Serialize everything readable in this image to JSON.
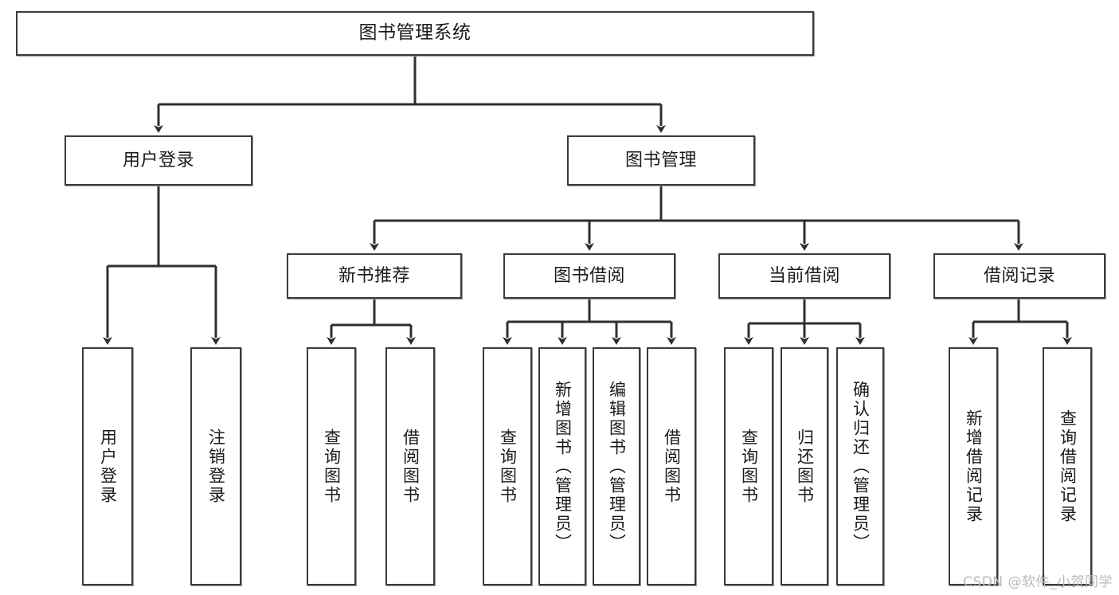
{
  "diagram": {
    "title": "图书管理系统",
    "type": "tree-hierarchy",
    "root": {
      "label": "图书管理系统"
    },
    "level2": [
      {
        "label": "用户登录"
      },
      {
        "label": "图书管理"
      }
    ],
    "level3": [
      {
        "label": "新书推荐"
      },
      {
        "label": "图书借阅"
      },
      {
        "label": "当前借阅"
      },
      {
        "label": "借阅记录"
      }
    ],
    "leaves": {
      "user_login": [
        {
          "label": "用户登录"
        },
        {
          "label": "注销登录"
        }
      ],
      "new_book_recommend": [
        {
          "label": "查询图书"
        },
        {
          "label": "借阅图书"
        }
      ],
      "book_borrow": [
        {
          "label": "查询图书"
        },
        {
          "label": "新增图书（管理员）"
        },
        {
          "label": "编辑图书（管理员）"
        },
        {
          "label": "借阅图书"
        }
      ],
      "current_borrow": [
        {
          "label": "查询图书"
        },
        {
          "label": "归还图书"
        },
        {
          "label": "确认归还（管理员）"
        }
      ],
      "borrow_record": [
        {
          "label": "新增借阅记录"
        },
        {
          "label": "查询借阅记录"
        }
      ]
    }
  },
  "watermark": {
    "text": "CSDN @软件_小贺同学"
  },
  "colors": {
    "box_border": "#3b3b3b",
    "box_fill": "#ffffff",
    "edge": "#2f2f2f",
    "text": "#1a1a1a",
    "watermark": "#b9b9b9",
    "page_background": "#ffffff"
  }
}
